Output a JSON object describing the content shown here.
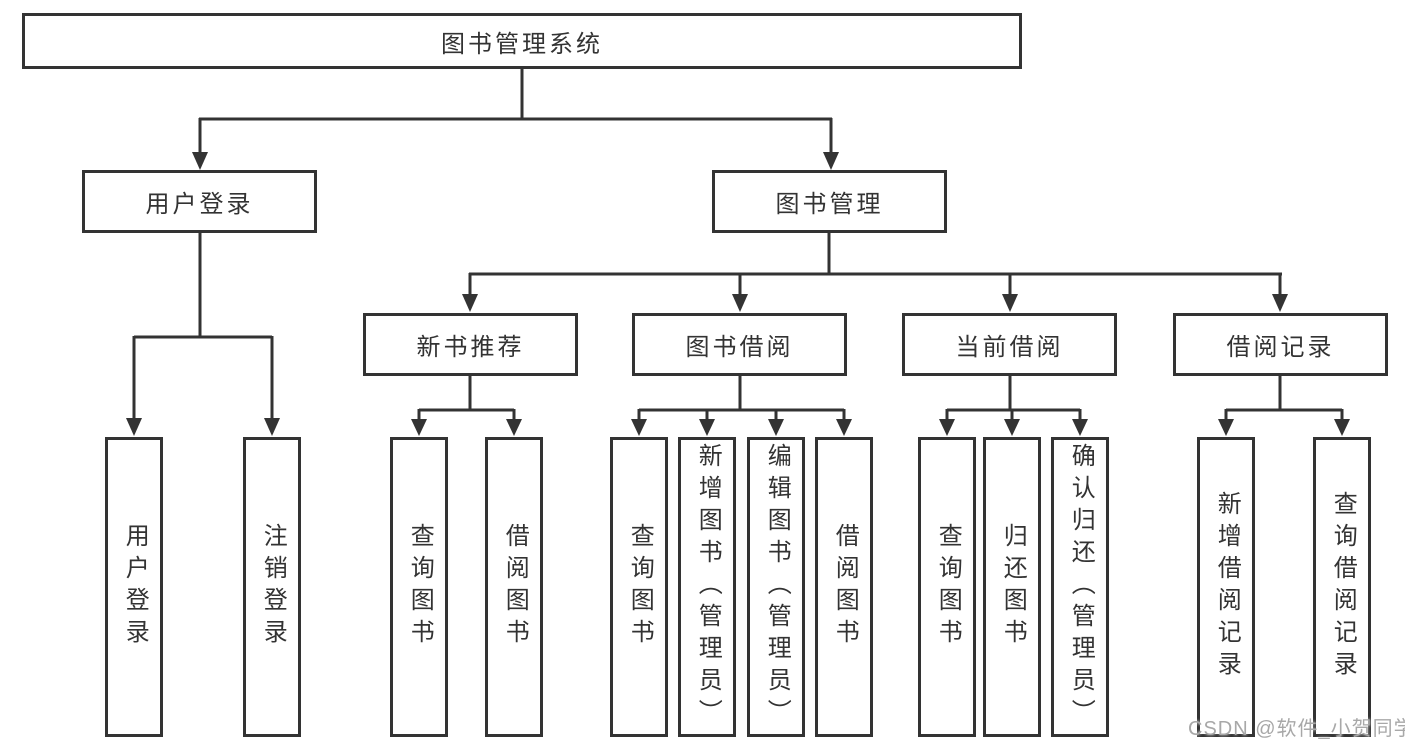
{
  "diagram": {
    "title": "图书管理系统",
    "level2": {
      "user_login": "用户登录",
      "book_mgmt": "图书管理"
    },
    "level3": {
      "new_books": "新书推荐",
      "borrow": "图书借阅",
      "current": "当前借阅",
      "records": "借阅记录"
    },
    "leaves": {
      "user_login": [
        "用户登录",
        "注销登录"
      ],
      "new_books": [
        "查询图书",
        "借阅图书"
      ],
      "borrow": [
        "查询图书",
        "新增图书（管理员）",
        "编辑图书（管理员）",
        "借阅图书"
      ],
      "current": [
        "查询图书",
        "归还图书",
        "确认归还（管理员）"
      ],
      "records": [
        "新增借阅记录",
        "查询借阅记录"
      ]
    },
    "colors": {
      "line": "#333333",
      "text": "#333333",
      "box_background": "#ffffff",
      "watermark": "#a8a8a8"
    },
    "watermark": "CSDN @软件_小贺同学"
  }
}
